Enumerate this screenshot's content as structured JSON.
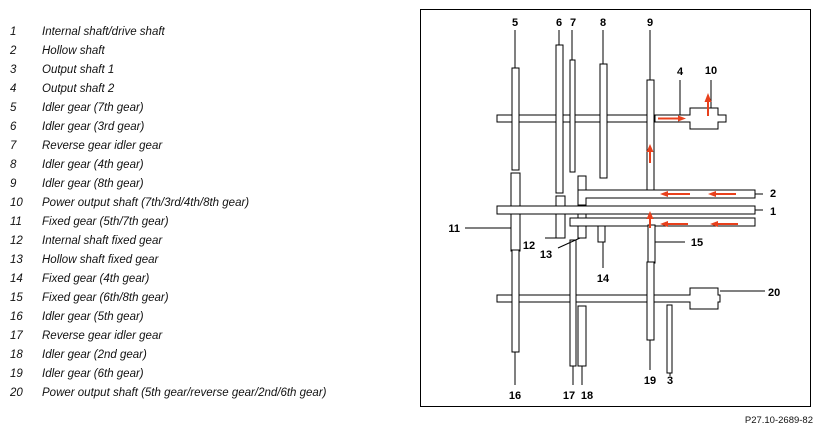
{
  "legend": [
    {
      "num": "1",
      "text": "Internal shaft/drive shaft"
    },
    {
      "num": "2",
      "text": "Hollow shaft"
    },
    {
      "num": "3",
      "text": "Output shaft 1"
    },
    {
      "num": "4",
      "text": "Output shaft 2"
    },
    {
      "num": "5",
      "text": "Idler gear (7th gear)"
    },
    {
      "num": "6",
      "text": "Idler gear (3rd gear)"
    },
    {
      "num": "7",
      "text": "Reverse gear idler gear"
    },
    {
      "num": "8",
      "text": "Idler gear (4th gear)"
    },
    {
      "num": "9",
      "text": "Idler gear (8th gear)"
    },
    {
      "num": "10",
      "text": "Power output shaft (7th/3rd/4th/8th gear)"
    },
    {
      "num": "11",
      "text": "Fixed gear (5th/7th gear)"
    },
    {
      "num": "12",
      "text": "Internal shaft fixed gear"
    },
    {
      "num": "13",
      "text": "Hollow shaft fixed gear"
    },
    {
      "num": "14",
      "text": "Fixed gear (4th gear)"
    },
    {
      "num": "15",
      "text": "Fixed gear (6th/8th gear)"
    },
    {
      "num": "16",
      "text": "Idler gear (5th gear)"
    },
    {
      "num": "17",
      "text": "Reverse gear idler gear"
    },
    {
      "num": "18",
      "text": "Idler gear (2nd gear)"
    },
    {
      "num": "19",
      "text": "Idler gear (6th gear)"
    },
    {
      "num": "20",
      "text": "Power output shaft (5th gear/reverse gear/2nd/6th gear)"
    }
  ],
  "callouts": {
    "c1": "1",
    "c2": "2",
    "c3": "3",
    "c4": "4",
    "c5": "5",
    "c6": "6",
    "c7": "7",
    "c8": "8",
    "c9": "9",
    "c10": "10",
    "c11": "11",
    "c12": "12",
    "c13": "13",
    "c14": "14",
    "c15": "15",
    "c16": "16",
    "c17": "17",
    "c18": "18",
    "c19": "19",
    "c20": "20"
  },
  "figure_ref": "P27.10-2689-82",
  "colors": {
    "line": "#000000",
    "arrow": "#e8401c",
    "background": "#ffffff"
  }
}
